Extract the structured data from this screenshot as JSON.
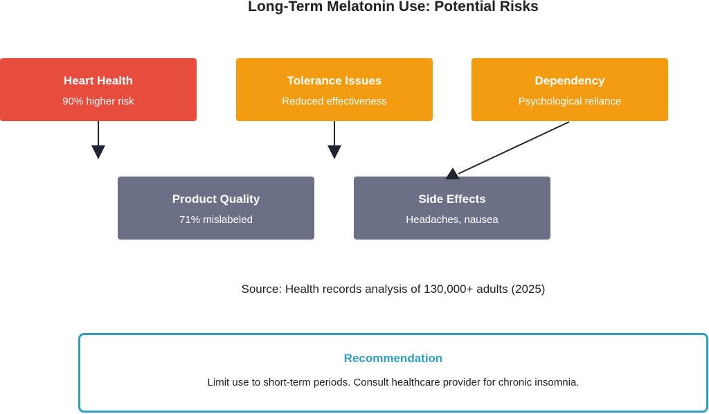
{
  "title": "Long-Term Melatonin Use: Potential Risks",
  "colors": {
    "red": "#e74c3c",
    "orange": "#f39c12",
    "slate": "#6b7087",
    "accent": "#2e9fc0",
    "arrow": "#1f2430"
  },
  "nodes": {
    "heart": {
      "title": "Heart Health",
      "subtitle": "90% higher risk"
    },
    "tolerance": {
      "title": "Tolerance Issues",
      "subtitle": "Reduced effectiveness"
    },
    "dependency": {
      "title": "Dependency",
      "subtitle": "Psychological reliance"
    },
    "quality": {
      "title": "Product Quality",
      "subtitle": "71% mislabeled"
    },
    "side_effects": {
      "title": "Side Effects",
      "subtitle": "Headaches, nausea"
    }
  },
  "source": "Source: Health records analysis of 130,000+ adults (2025)",
  "recommendation": {
    "title": "Recommendation",
    "text": "Limit use to short-term periods. Consult healthcare provider for chronic insomnia."
  }
}
